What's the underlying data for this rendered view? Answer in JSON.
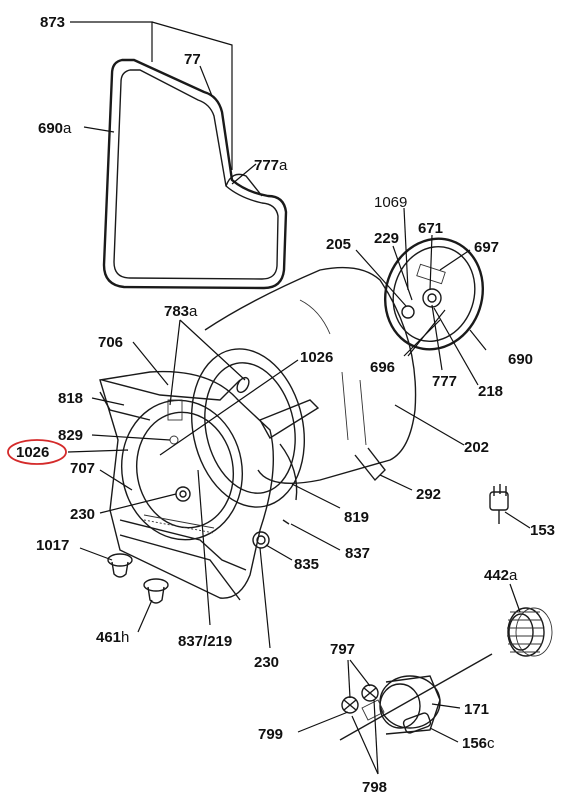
{
  "labels": {
    "l873": "873",
    "l77": "77",
    "l690a": "690",
    "l690a_sfx": "a",
    "l777a": "777",
    "l777a_sfx": "a",
    "l1069": "1069",
    "l205": "205",
    "l229": "229",
    "l671": "671",
    "l697": "697",
    "l783a": "783",
    "l783a_sfx": "a",
    "l706": "706",
    "l1026top": "1026",
    "l690": "690",
    "l696": "696",
    "l777": "777",
    "l218": "218",
    "l818": "818",
    "l829": "829",
    "l1026": "1026",
    "l707": "707",
    "l202": "202",
    "l292": "292",
    "l230a": "230",
    "l819": "819",
    "l153": "153",
    "l1017": "1017",
    "l835": "835",
    "l837": "837",
    "l442a": "442",
    "l442a_sfx": "a",
    "l461h": "461",
    "l461h_sfx": "h",
    "l837_219": "837/219",
    "l230b": "230",
    "l797": "797",
    "l171": "171",
    "l799": "799",
    "l156c": "156",
    "l156c_sfx": "c",
    "l798": "798"
  },
  "colors": {
    "highlight_ellipse": "#d42a2a",
    "line": "#1a1a1a"
  }
}
